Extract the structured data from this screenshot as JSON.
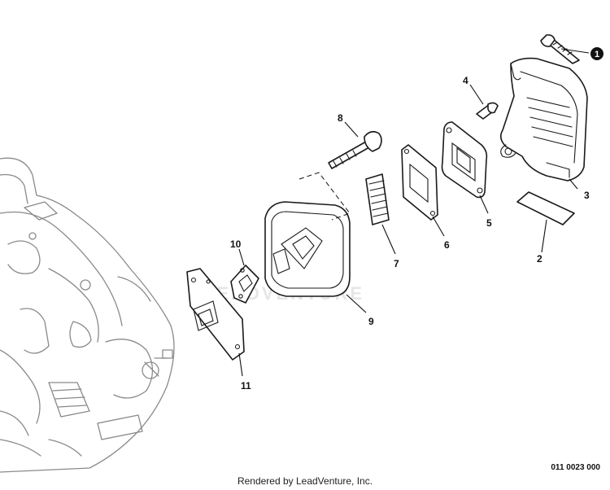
{
  "diagram": {
    "callouts": {
      "c1": "1",
      "c2": "2",
      "c3": "3",
      "c4": "4",
      "c5": "5",
      "c6": "6",
      "c7": "7",
      "c8": "8",
      "c9": "9",
      "c10": "10",
      "c11": "11"
    },
    "watermark": "LEADVENTURE",
    "drawing_code": "011 0023 000"
  },
  "footer": {
    "credit": "Rendered by LeadVenture, Inc."
  }
}
